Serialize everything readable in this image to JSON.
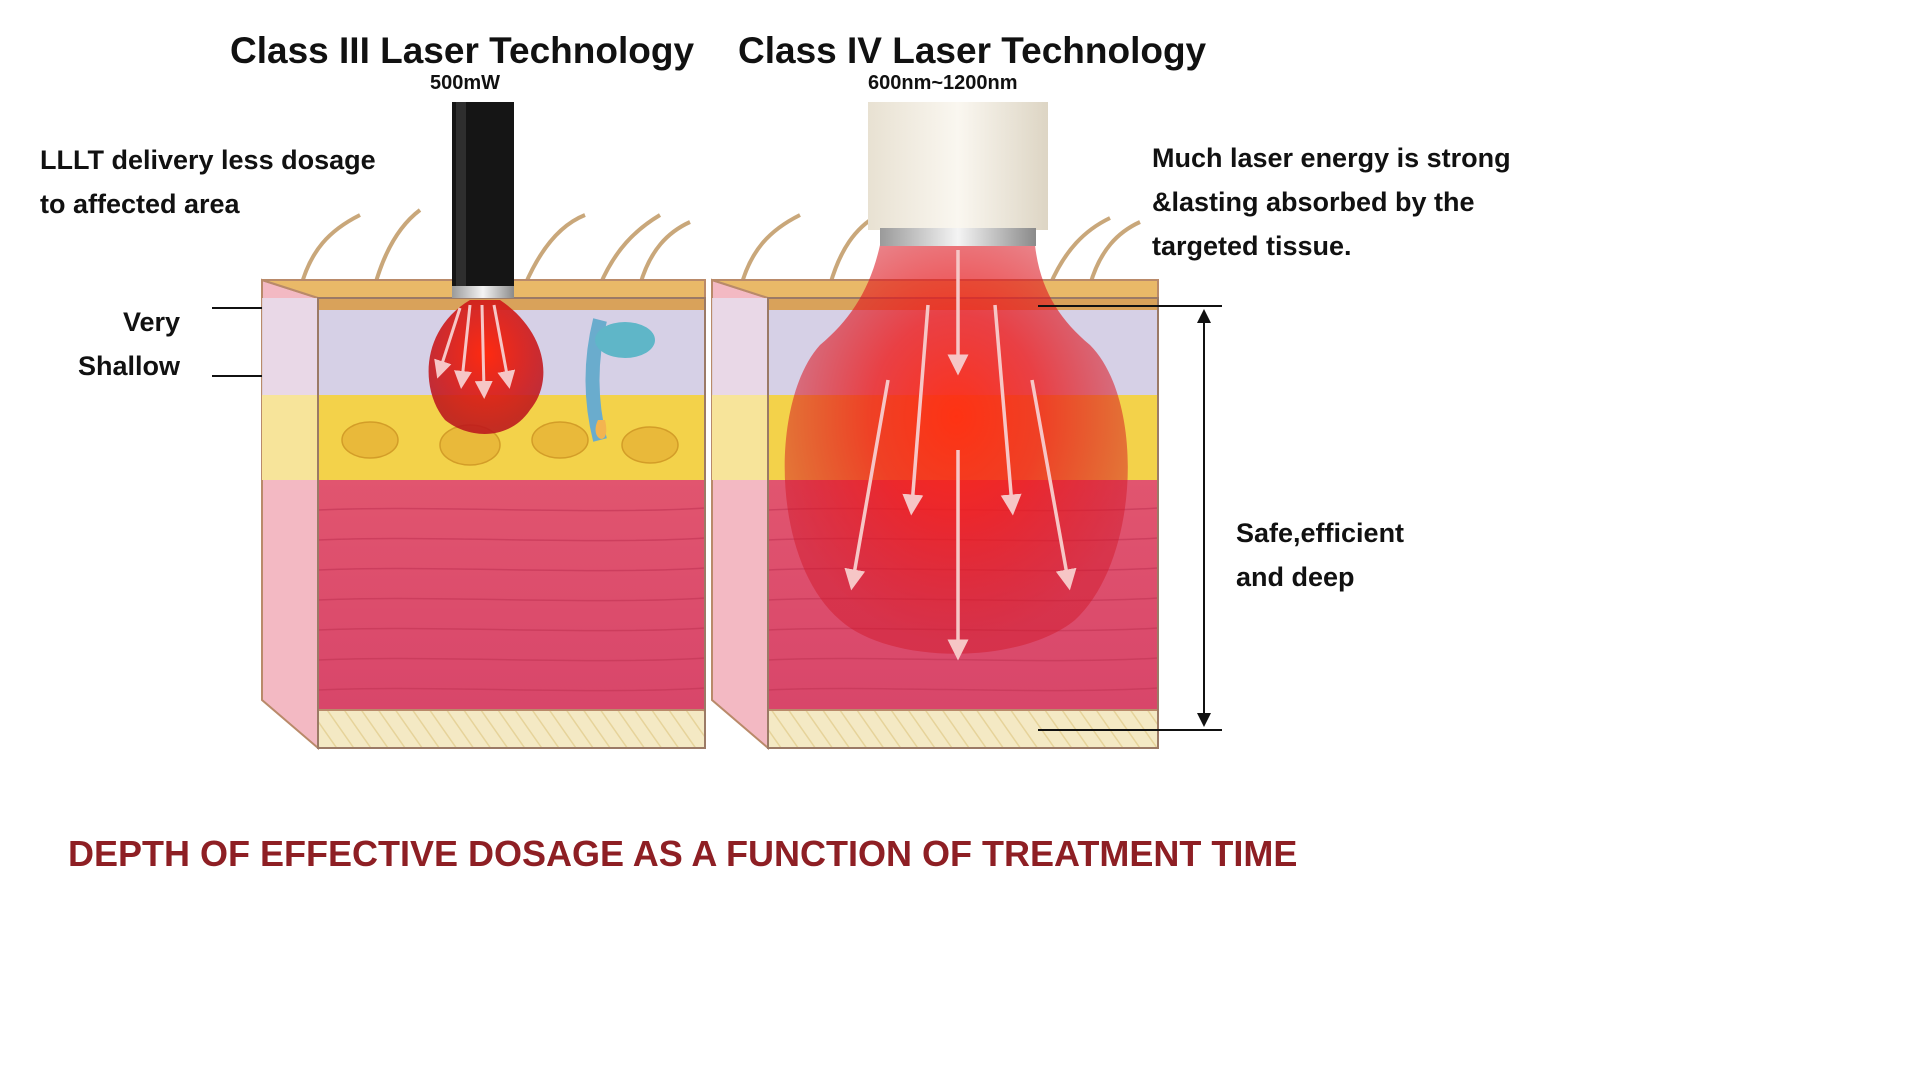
{
  "left_panel": {
    "title": "Class III Laser Technology",
    "power": "500mW",
    "note_lines": [
      "LLLT delivery less dosage",
      "to affected area"
    ],
    "depth_label_lines": [
      "Very",
      "Shallow"
    ]
  },
  "right_panel": {
    "title": "Class IV Laser Technology",
    "wavelength": "600nm~1200nm",
    "note_lines": [
      "Much laser energy is strong",
      "&lasting absorbed by the",
      "targeted tissue."
    ],
    "depth_label_lines": [
      "Safe,efficient",
      "and deep"
    ]
  },
  "footer": {
    "title": "DEPTH OF EFFECTIVE DOSAGE AS A FUNCTION OF TREATMENT TIME"
  },
  "colors": {
    "footer_text": "#8e1f24",
    "laser_red": "#e31b1b",
    "muscle_pink": "#e0546e",
    "fat_yellow": "#f3d24a",
    "epidermis_tan": "#e9b968",
    "dermis_lavender": "#cfc8e2",
    "base_cream": "#f3e7bf"
  }
}
